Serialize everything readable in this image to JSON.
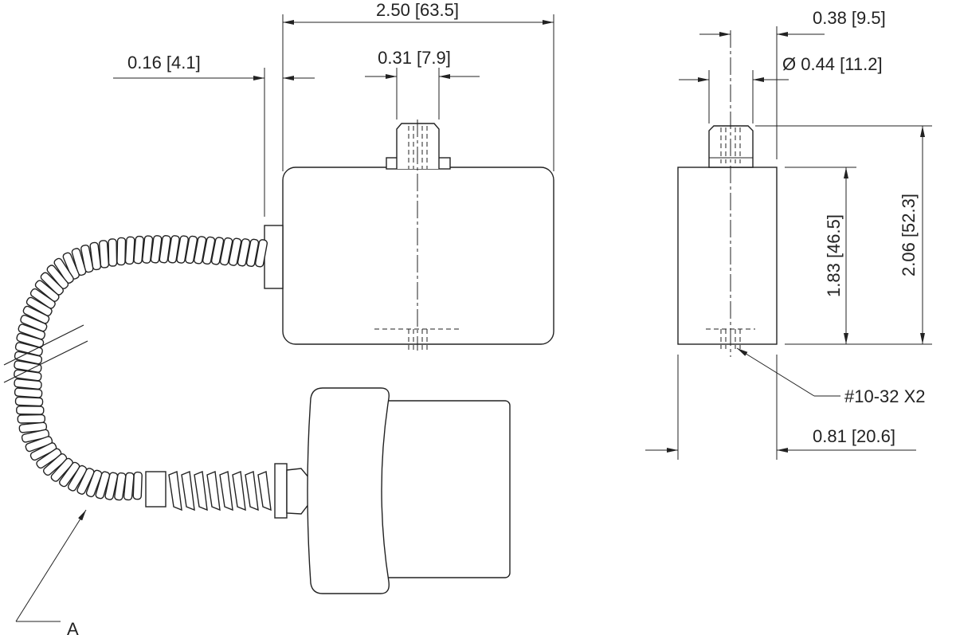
{
  "dimensions": {
    "overall_width": "2.50 [63.5]",
    "side_connector_offset": "0.16 [4.1]",
    "connector_width": "0.31 [7.9]",
    "connector_center_offset": "0.38 [9.5]",
    "connector_diameter": "Ø 0.44 [11.2]",
    "body_height": "1.83 [46.5]",
    "overall_height": "2.06 [52.3]",
    "thread_callout": "#10-32 X2",
    "body_depth": "0.81 [20.6]"
  },
  "callouts": {
    "cable_label": "A"
  }
}
